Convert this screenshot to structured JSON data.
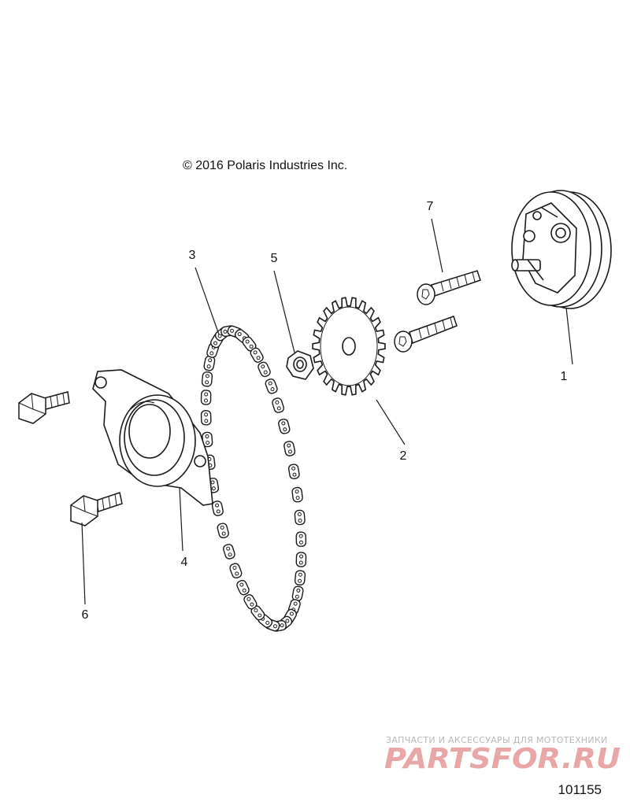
{
  "copyright": "© 2016 Polaris Industries Inc.",
  "callouts": [
    {
      "id": "1",
      "label": "1"
    },
    {
      "id": "2",
      "label": "2"
    },
    {
      "id": "3",
      "label": "3"
    },
    {
      "id": "4",
      "label": "4"
    },
    {
      "id": "5",
      "label": "5"
    },
    {
      "id": "6",
      "label": "6"
    },
    {
      "id": "7",
      "label": "7"
    }
  ],
  "reference_number": "101155",
  "watermark": {
    "tagline": "ЗАПЧАСТИ И АКСЕССУАРЫ ДЛЯ МОТОТЕХНИКИ",
    "logo": "PARTSFOR.RU"
  },
  "colors": {
    "line": "#1a1a1a",
    "watermark_logo": "#e8a6a6",
    "watermark_text": "#b7b7b7"
  }
}
